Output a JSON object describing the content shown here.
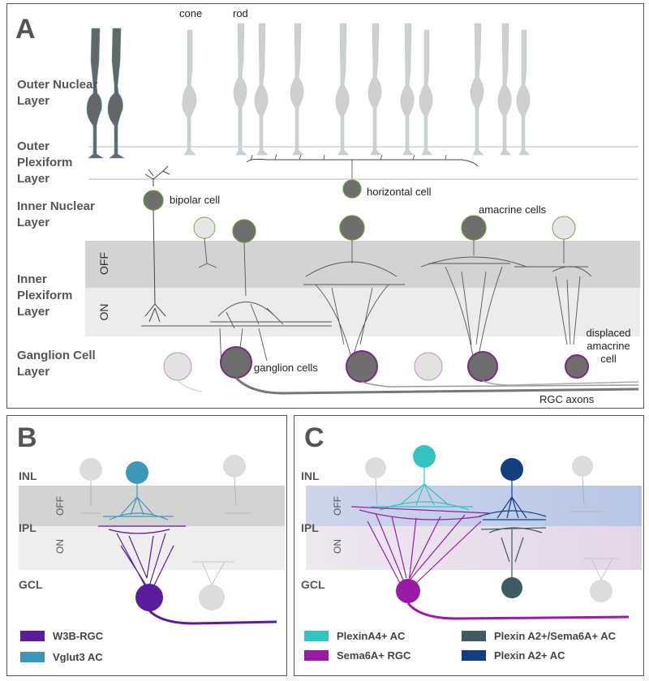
{
  "panelA": {
    "label": "A",
    "top_labels": {
      "cone": "cone",
      "rod": "rod"
    },
    "layers": {
      "onl": "Outer Nuclear Layer",
      "opl": "Outer Plexiform Layer",
      "inl": "Inner Nuclear Layer",
      "ipl": "Inner Plexiform Layer",
      "gcl": "Ganglion Cell Layer"
    },
    "sublayers": {
      "off": "OFF",
      "on": "ON"
    },
    "cell_labels": {
      "bipolar": "bipolar cell",
      "horizontal": "horizontal cell",
      "amacrine": "amacrine cells",
      "ganglion": "ganglion cells",
      "displaced": "displaced amacrine cell",
      "axons": "RGC axons"
    }
  },
  "panelB": {
    "label": "B",
    "layers": {
      "inl": "INL",
      "ipl": "IPL",
      "gcl": "GCL"
    },
    "sublayers": {
      "off": "OFF",
      "on": "ON"
    },
    "legend": [
      {
        "label": "W3B-RGC",
        "color": "#5a1c9c"
      },
      {
        "label": "Vglut3 AC",
        "color": "#3f97b8"
      }
    ]
  },
  "panelC": {
    "label": "C",
    "layers": {
      "inl": "INL",
      "ipl": "IPL",
      "gcl": "GCL"
    },
    "sublayers": {
      "off": "OFF",
      "on": "ON"
    },
    "legend": [
      {
        "label": "PlexinA4+ AC",
        "color": "#35c3c1"
      },
      {
        "label": "Sema6A+ RGC",
        "color": "#9a1aa8"
      },
      {
        "label": "Plexin A2+/Sema6A+ AC",
        "color": "#3f5a62"
      },
      {
        "label": "Plexin A2+ AC",
        "color": "#123f80"
      }
    ]
  },
  "colors": {
    "dark_cell": "#6e6e6e",
    "light_cell": "#d5d5d5",
    "off_band": "#d3d3d3",
    "on_band": "#ececec",
    "ganglion_outline": "#7b2a80",
    "inl_outline": "#6a9a3a"
  }
}
